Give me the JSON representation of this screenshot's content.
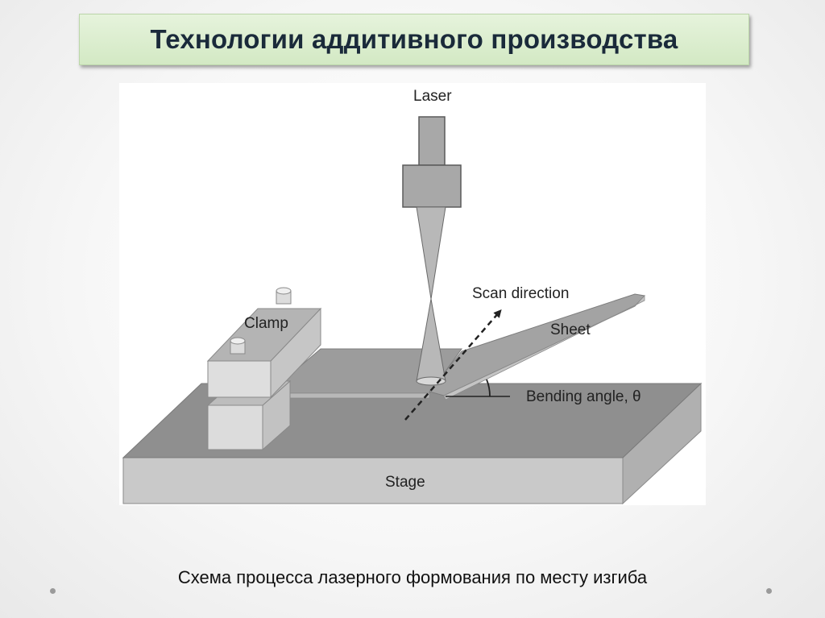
{
  "slide": {
    "title": "Технологии аддитивного производства",
    "caption": "Схема процесса лазерного формования по месту изгиба"
  },
  "diagram": {
    "labels": {
      "laser": "Laser",
      "scan_direction": "Scan direction",
      "sheet": "Sheet",
      "clamp": "Clamp",
      "bending_angle": "Bending angle, θ",
      "stage": "Stage"
    }
  },
  "colors": {
    "title_bg": "#d9ecca",
    "title_text": "#1a2a3a",
    "part_gray": "#9a9a9a",
    "stage_top": "#8e8e8e",
    "stage_front": "#c8c8c8"
  }
}
